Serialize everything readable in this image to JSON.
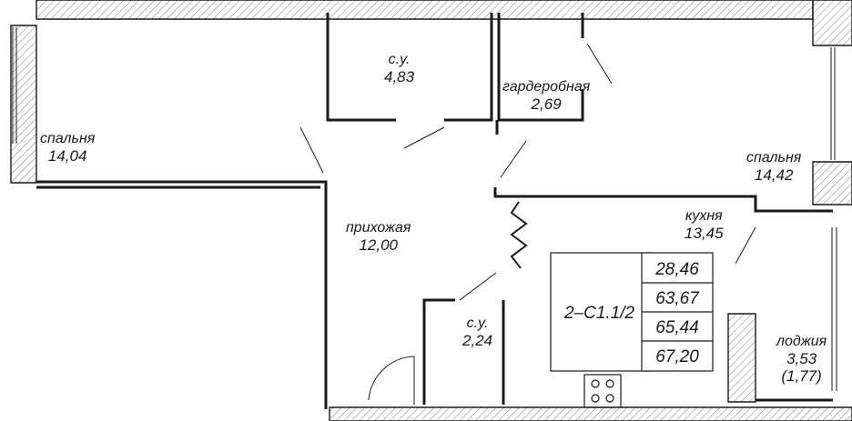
{
  "rooms": {
    "bedroom_left": {
      "name": "спальня",
      "area": "14,04"
    },
    "bathroom_top": {
      "name": "с.у.",
      "area": "4,83"
    },
    "wardrobe": {
      "name": "гардеробная",
      "area": "2,69"
    },
    "bedroom_right": {
      "name": "спальня",
      "area": "14,42"
    },
    "hallway": {
      "name": "прихожая",
      "area": "12,00"
    },
    "kitchen": {
      "name": "кухня",
      "area": "13,45"
    },
    "bathroom_bottom": {
      "name": "с.у.",
      "area": "2,24"
    },
    "loggia": {
      "name": "лоджия",
      "area": "3,53",
      "area_reduced": "(1,77)"
    }
  },
  "apartment": {
    "code": "2–С1.1/2",
    "areas": [
      "28,46",
      "63,67",
      "65,44",
      "67,20"
    ]
  },
  "colors": {
    "wall": "#1a1a1a",
    "hatch": "#555555",
    "background": "#ffffff"
  }
}
